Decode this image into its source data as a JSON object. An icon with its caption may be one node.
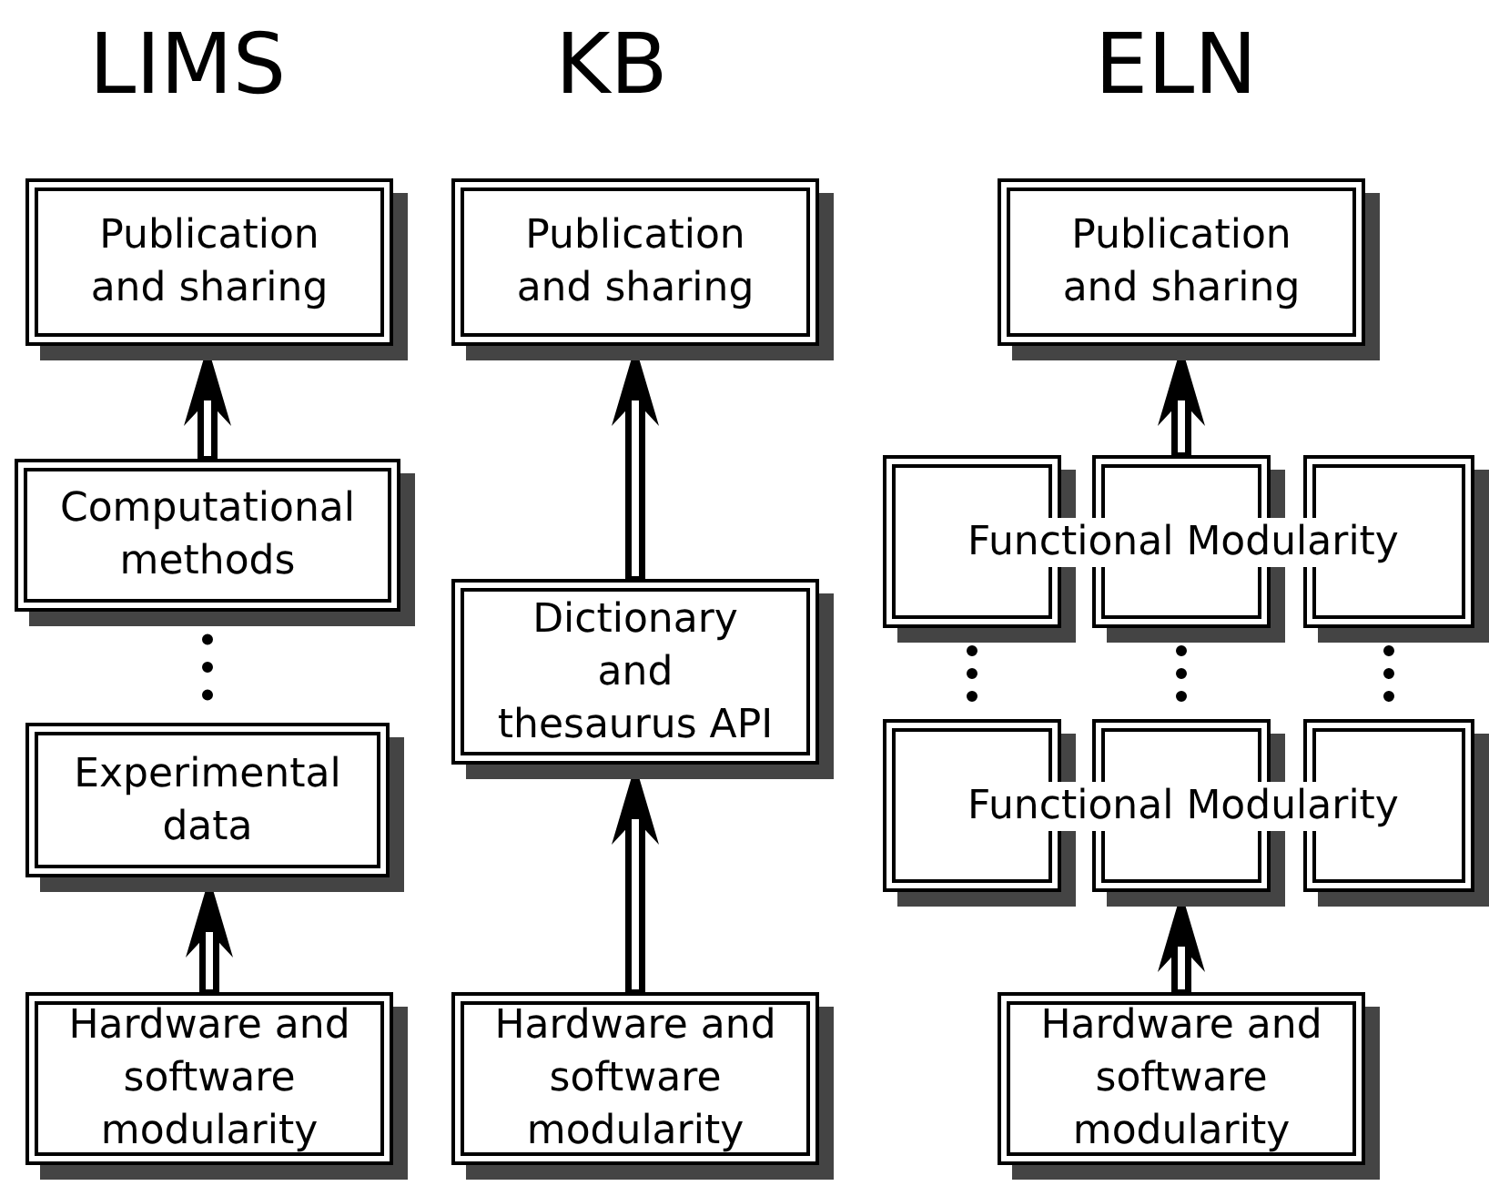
{
  "diagram": {
    "nodes": [
      {
        "text": [
          "Publication and sharing"
        ]
      },
      {
        "text": [
          "Computational methods"
        ]
      },
      {
        "text": [
          "Experimental data"
        ]
      },
      {
        "text": [
          "Hardware and software modularity"
        ]
      },
      {
        "text": [
          "Publication and sharing"
        ]
      },
      {
        "text": [
          "Dictionary and thesaurus API"
        ]
      },
      {
        "text": [
          "Hardware and software modularity"
        ]
      },
      {
        "text": [
          "Publication and sharing"
        ]
      },
      {
        "text": [],
        "shape": "box"
      },
      {
        "text": [],
        "shape": "box"
      },
      {
        "text": [],
        "shape": "box"
      },
      {
        "text": [
          "Functional Modularity"
        ]
      },
      {
        "text": [],
        "shape": "box"
      },
      {
        "text": [],
        "shape": "box"
      },
      {
        "text": [],
        "shape": "box"
      },
      {
        "text": [
          "Functional Modularity"
        ]
      },
      {
        "text": [
          "Hardware and software modularity"
        ]
      }
    ],
    "edges": [
      {
        "from": 1,
        "to": 0,
        "arrow": "to"
      },
      {
        "from": 1,
        "to": 2,
        "arrow": "none",
        "style": "dashed"
      },
      {
        "from": 3,
        "to": 2,
        "arrow": "to"
      },
      {
        "from": 6,
        "to": 5,
        "arrow": "to"
      },
      {
        "from": 5,
        "to": 4,
        "arrow": "to"
      },
      {
        "from": 9,
        "to": 7,
        "arrow": "to"
      },
      {
        "from": 8,
        "to": 12,
        "arrow": "none",
        "style": "dashed"
      },
      {
        "from": 9,
        "to": 13,
        "arrow": "none",
        "style": "dashed"
      },
      {
        "from": 10,
        "to": 14,
        "arrow": "none",
        "style": "dashed"
      },
      {
        "from": 16,
        "to": 13,
        "arrow": "to"
      }
    ],
    "labels": [
      "LIMS",
      "KB",
      "ELN"
    ]
  }
}
